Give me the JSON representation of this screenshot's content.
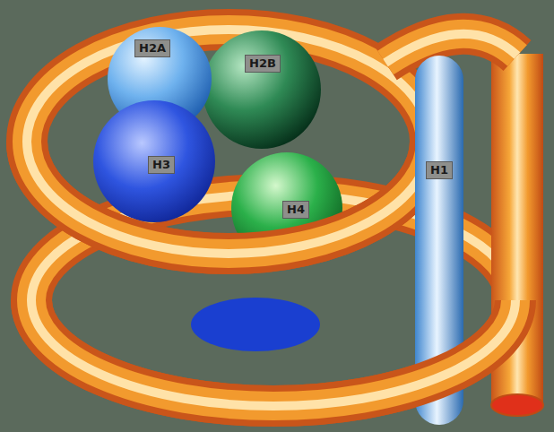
{
  "diagram": {
    "nodes": [
      {
        "text": [
          "H2A"
        ]
      },
      {
        "text": [
          "H2B"
        ]
      },
      {
        "text": [
          "H3"
        ]
      },
      {
        "text": [
          "H4"
        ]
      },
      {
        "text": [
          "H1"
        ]
      }
    ]
  }
}
